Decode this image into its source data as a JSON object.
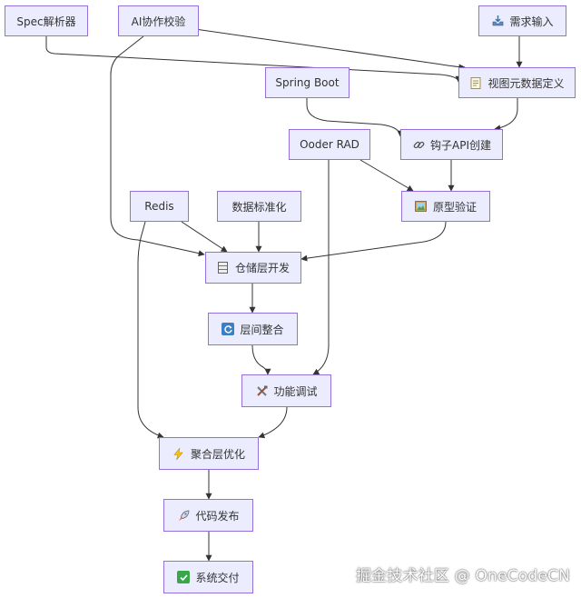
{
  "nodes": {
    "spec_parser": {
      "label": "Spec解析器"
    },
    "ai_check": {
      "label": "AI协作校验"
    },
    "req_input": {
      "label": "需求输入",
      "icon": "inbox-tray-icon"
    },
    "spring_boot": {
      "label": "Spring Boot"
    },
    "view_meta": {
      "label": "视图元数据定义",
      "icon": "memo-icon"
    },
    "ooder_rad": {
      "label": "Ooder RAD"
    },
    "hook_api": {
      "label": "钩子API创建",
      "icon": "chain-link-icon"
    },
    "redis": {
      "label": "Redis"
    },
    "data_std": {
      "label": "数据标准化"
    },
    "prototype": {
      "label": "原型验证",
      "icon": "framed-picture-icon"
    },
    "storage": {
      "label": "仓储层开发",
      "icon": "storage-box-icon"
    },
    "layer_integrate": {
      "label": "层间整合",
      "icon": "refresh-icon"
    },
    "func_debug": {
      "label": "功能调试",
      "icon": "tools-icon"
    },
    "agg_opt": {
      "label": "聚合层优化",
      "icon": "lightning-icon"
    },
    "release": {
      "label": "代码发布",
      "icon": "rocket-icon"
    },
    "delivery": {
      "label": "系统交付",
      "icon": "check-mark-icon"
    }
  },
  "edges": [
    [
      "spec_parser",
      "view_meta"
    ],
    [
      "ai_check",
      "view_meta"
    ],
    [
      "req_input",
      "view_meta"
    ],
    [
      "spring_boot",
      "hook_api"
    ],
    [
      "view_meta",
      "hook_api"
    ],
    [
      "ooder_rad",
      "prototype"
    ],
    [
      "hook_api",
      "prototype"
    ],
    [
      "ai_check",
      "storage"
    ],
    [
      "redis",
      "storage"
    ],
    [
      "data_std",
      "storage"
    ],
    [
      "prototype",
      "storage"
    ],
    [
      "storage",
      "layer_integrate"
    ],
    [
      "layer_integrate",
      "func_debug"
    ],
    [
      "ooder_rad",
      "func_debug"
    ],
    [
      "redis",
      "agg_opt"
    ],
    [
      "func_debug",
      "agg_opt"
    ],
    [
      "agg_opt",
      "release"
    ],
    [
      "release",
      "delivery"
    ]
  ],
  "watermark": "掘金技术社区 @ OneCodeCN",
  "colors": {
    "node_fill": "#ececff",
    "node_border": "#9370db",
    "edge": "#333333",
    "text": "#333333"
  }
}
